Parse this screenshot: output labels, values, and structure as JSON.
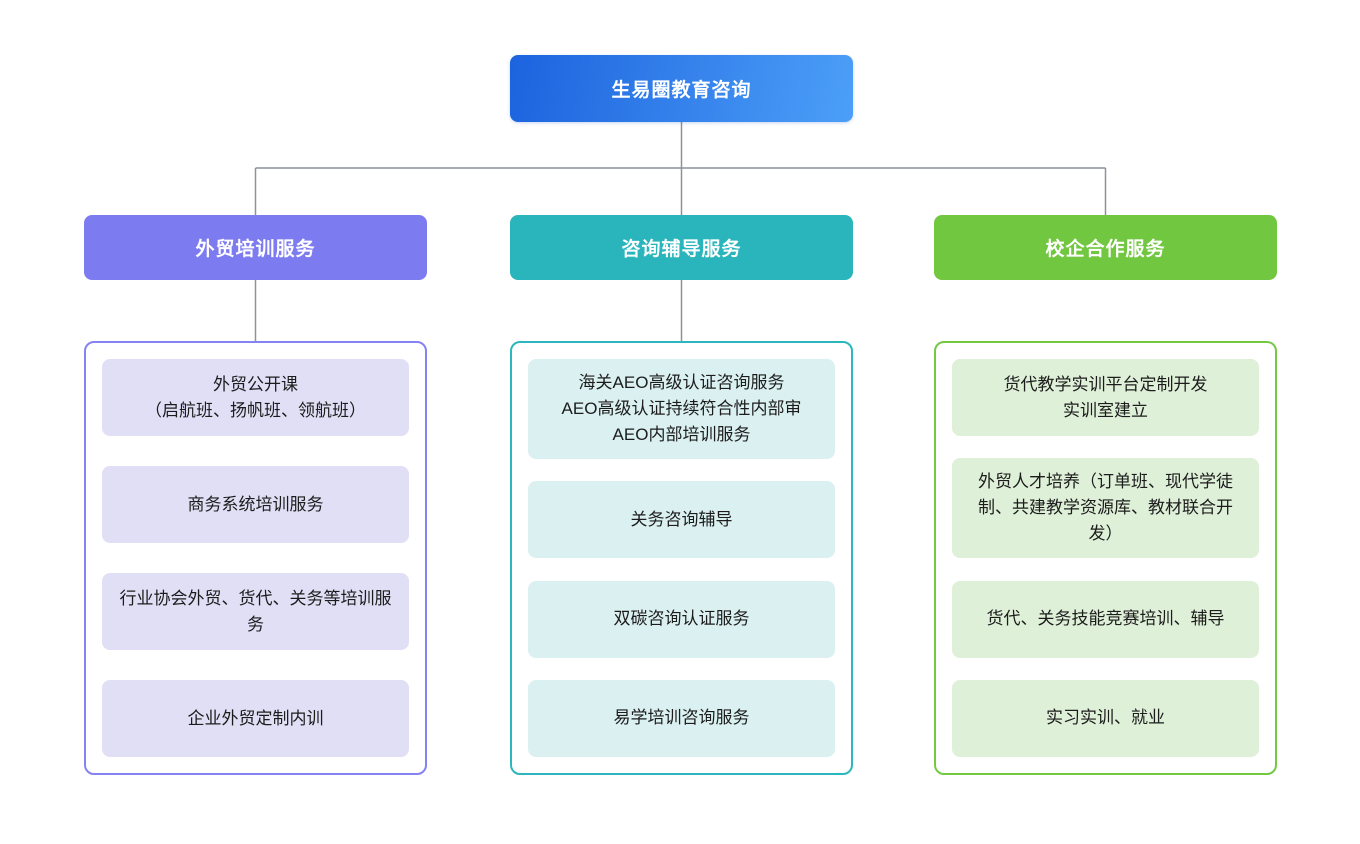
{
  "diagram": {
    "root": {
      "label": "生易圈教育咨询"
    },
    "branches": [
      {
        "label": "外贸培训服务",
        "accent": "#7d7bf0",
        "border": "#8583f1",
        "item_bg": "#e0dff6",
        "items": [
          "外贸公开课\n（启航班、扬帆班、领航班）",
          "商务系统培训服务",
          "行业协会外贸、货代、关务等培训服务",
          "企业外贸定制内训"
        ]
      },
      {
        "label": "咨询辅导服务",
        "accent": "#29b5bb",
        "border": "#2bb7bd",
        "item_bg": "#dbf0f1",
        "items": [
          "海关AEO高级认证咨询服务\nAEO高级认证持续符合性内部审\nAEO内部培训服务",
          "关务咨询辅导",
          "双碳咨询认证服务",
          "易学培训咨询服务"
        ]
      },
      {
        "label": "校企合作服务",
        "accent": "#71c73f",
        "border": "#74c943",
        "item_bg": "#dff0d9",
        "items": [
          "货代教学实训平台定制开发\n实训室建立",
          "外贸人才培养（订单班、现代学徒制、共建教学资源库、教材联合开发）",
          "货代、关务技能竞赛培训、辅导",
          "实习实训、就业"
        ]
      }
    ]
  },
  "colors": {
    "background": "#ffffff",
    "root_gradient_start": "#1c63de",
    "root_gradient_end": "#4c9ff8",
    "connector": "#8b929a",
    "node_text": "#ffffff",
    "item_text": "#1c1c1c"
  }
}
